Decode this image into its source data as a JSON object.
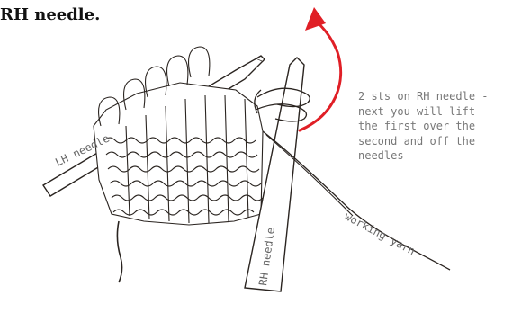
{
  "heading": "RH needle.",
  "note_lines": [
    "2 sts on RH needle -",
    "next you will lift",
    "the first over the",
    "second and off the",
    "needles"
  ],
  "labels": {
    "lh_needle": "LH needle",
    "rh_needle": "RH needle",
    "working_yarn": "working yarn"
  },
  "colors": {
    "arrow": "#e01f26",
    "ink": "#2a2420"
  }
}
